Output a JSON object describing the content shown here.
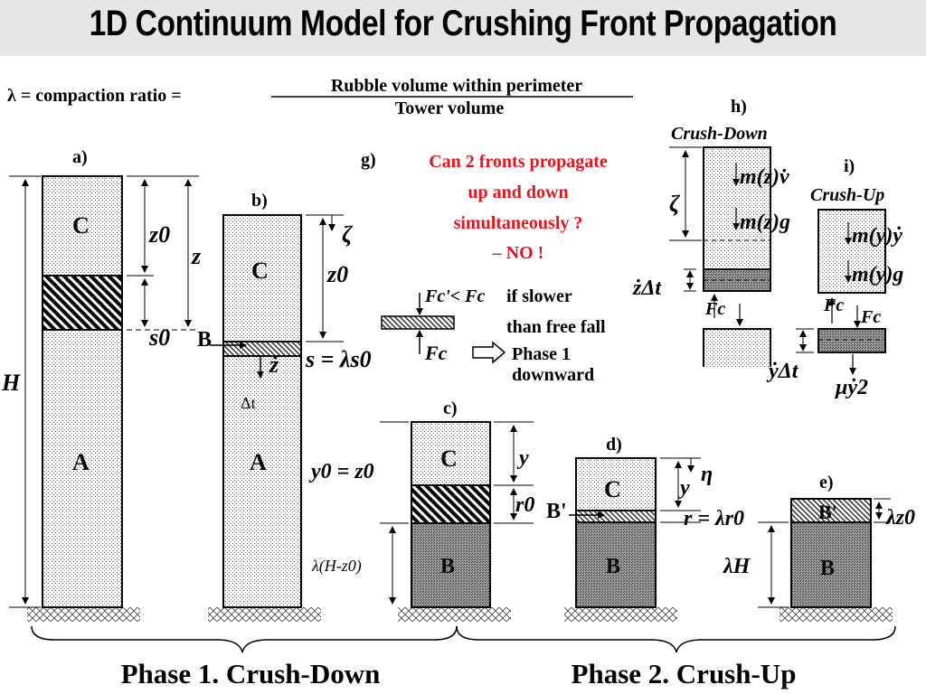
{
  "title": "1D Continuum Model for Crushing Front Propagation",
  "definition": {
    "lhs": "λ = compaction ratio =",
    "numerator": "Rubble volume within perimeter",
    "denominator": "Tower volume"
  },
  "labels": {
    "a": "a)",
    "b": "b)",
    "c": "c)",
    "d": "d)",
    "e": "e)",
    "g": "g)",
    "h": "h)",
    "i": "i)"
  },
  "blocks": {
    "A": "A",
    "B": "B",
    "C": "C",
    "Bprime": "B'"
  },
  "symbols": {
    "H": "H",
    "z0": "z0",
    "z": "z",
    "s0": "s0",
    "zeta": "ζ",
    "zdot": "ż",
    "s_eq": "s = λs0",
    "dt": "Δt",
    "y": "y",
    "y0_eq": "y0 = z0",
    "r0": "r0",
    "lam_H_z0": "λ(H-z0)",
    "eta": "η",
    "r_eq": "r = λr0",
    "lamH": "λH",
    "lamz0": "λz0",
    "Fc": "Fc",
    "Fc_prime_lt": "Fc'< Fc",
    "mz_vdot": "m(z)v̇",
    "mz_g": "m(z)g",
    "zdot_dt": "żΔt",
    "my_ydot": "m(y)ẏ",
    "my_g": "m(y)g",
    "ydot_dt": "ẏΔt",
    "mu_ydot2": "μẏ2"
  },
  "question": {
    "line1": "Can 2 fronts propagate",
    "line2": "up and down",
    "line3": "simultaneously ?",
    "line4": "– NO !"
  },
  "notes": {
    "if_slower": "if slower",
    "than_free_fall": "than free fall",
    "phase1": "Phase 1",
    "downward": "downward"
  },
  "captions": {
    "crush_down": "Crush-Down",
    "crush_up": "Crush-Up",
    "phase1": "Phase 1. Crush-Down",
    "phase2": "Phase 2. Crush-Up"
  }
}
